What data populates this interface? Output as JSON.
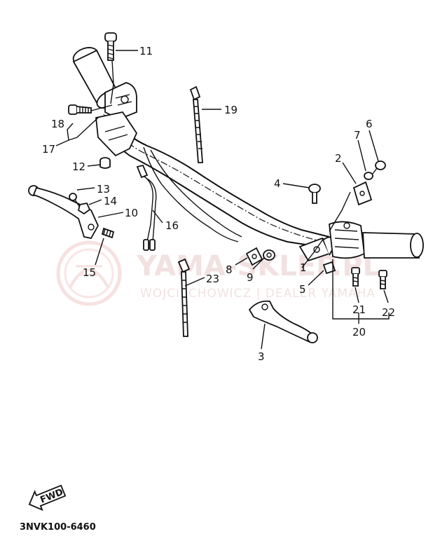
{
  "watermark": {
    "brand": "YAMA-SKLEP.PL",
    "subtitle": "WOJCIECHOWICZ | DEALER YAMAHA"
  },
  "fwd_label": "FWD",
  "diagram_code": "3NVK100-6460",
  "callouts": {
    "p1": "1",
    "p2": "2",
    "p3": "3",
    "p4": "4",
    "p5": "5",
    "p6": "6",
    "p7": "7",
    "p8": "8",
    "p9": "9",
    "p10": "10",
    "p11": "11",
    "p12": "12",
    "p13": "13",
    "p14": "14",
    "p15": "15",
    "p16": "16",
    "p17": "17",
    "p18": "18",
    "p19": "19",
    "p20": "20",
    "p21": "21",
    "p22": "22",
    "p23": "23"
  }
}
